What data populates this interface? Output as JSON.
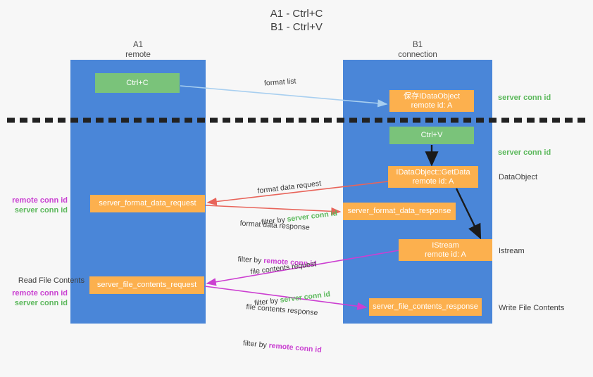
{
  "title": "A1 - Ctrl+C\nB1 - Ctrl+V",
  "lanes": [
    {
      "name": "A1",
      "sub": "remote"
    },
    {
      "name": "B1",
      "sub": "connection"
    }
  ],
  "boxes": {
    "ctrl_c": "Ctrl+C",
    "idataobject": "保存IDataObject\nremote id: A",
    "ctrl_v": "Ctrl+V",
    "getdata": "IDataObject::GetData\nremote id: A",
    "server_format_data_request": "server_format_data_request",
    "server_format_data_response": "server_format_data_response",
    "istream": "IStream\nremote id: A",
    "server_file_contents_request": "server_file_contents_request",
    "server_file_contents_response": "server_file_contents_response"
  },
  "side_labels": {
    "server_conn_id_1": "server conn id",
    "server_conn_id_2": "server conn id",
    "dataobject": "DataObject",
    "istream": "Istream",
    "write_file_contents": "Write File Contents",
    "read_file_contents": "Read File Contents",
    "remote_conn_id": "remote conn id",
    "server_conn_id": "server conn id"
  },
  "arrow_labels": {
    "format_list": "format list",
    "format_data_request": "format data request",
    "format_data_request_filter_prefix": "filter by ",
    "format_data_request_filter_value": "server conn id",
    "format_data_response": "format data response",
    "format_data_response_filter_prefix": "filter by ",
    "format_data_response_filter_value": "remote conn id",
    "file_contents_request": "file contents request",
    "file_contents_request_filter_prefix": "filter by ",
    "file_contents_request_filter_value": "server conn id",
    "file_contents_response": "file contents response",
    "file_contents_response_filter_prefix": "filter by ",
    "file_contents_response_filter_value": "remote conn id"
  },
  "colors": {
    "background": "#f7f7f7",
    "lane": "#4a86d8",
    "green_box": "#7ac37a",
    "orange_box": "#fcb04e",
    "green_text": "#5bb85b",
    "magenta_text": "#c93fd1",
    "arrow_lightblue": "#a8cff0",
    "arrow_red": "#e8645a",
    "arrow_magenta": "#cc3fd1",
    "arrow_black": "#1a1a1a",
    "dashed_line": "#222222"
  }
}
